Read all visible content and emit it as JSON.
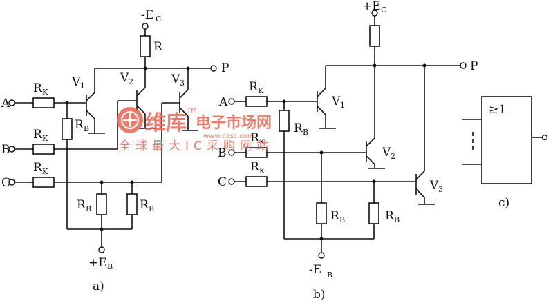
{
  "circuit_a": {
    "supply_top": "-E",
    "supply_top_sub": "C",
    "r_top": "R",
    "output": "P",
    "v1": "V",
    "v1_sub": "1",
    "v2": "V",
    "v2_sub": "2",
    "v3": "V",
    "v3_sub": "3",
    "in_a": "A",
    "in_b": "B",
    "in_c": "C",
    "rk": "R",
    "rk_sub": "K",
    "rb": "R",
    "rb_sub": "B",
    "supply_bottom": "+E",
    "supply_bottom_sub": "B",
    "caption": "a)"
  },
  "circuit_b": {
    "supply_top": "+E",
    "supply_top_sub": "C",
    "output": "P",
    "v1": "V",
    "v1_sub": "1",
    "v2": "V",
    "v2_sub": "2",
    "v3": "V",
    "v3_sub": "3",
    "in_a": "A",
    "in_b": "B",
    "in_c": "C",
    "rk": "R",
    "rk_sub": "K",
    "rb": "R",
    "rb_sub": "B",
    "supply_bottom": "-E",
    "supply_bottom_sub": "B",
    "caption": "b)"
  },
  "symbol_c": {
    "gate_label": "≥1",
    "caption": "c)"
  },
  "watermark": {
    "brand": "维库",
    "site": "电子市场网",
    "url": "www.dzsc.com",
    "tagline": "全球最大IC采购网站",
    "tm": "TM"
  }
}
